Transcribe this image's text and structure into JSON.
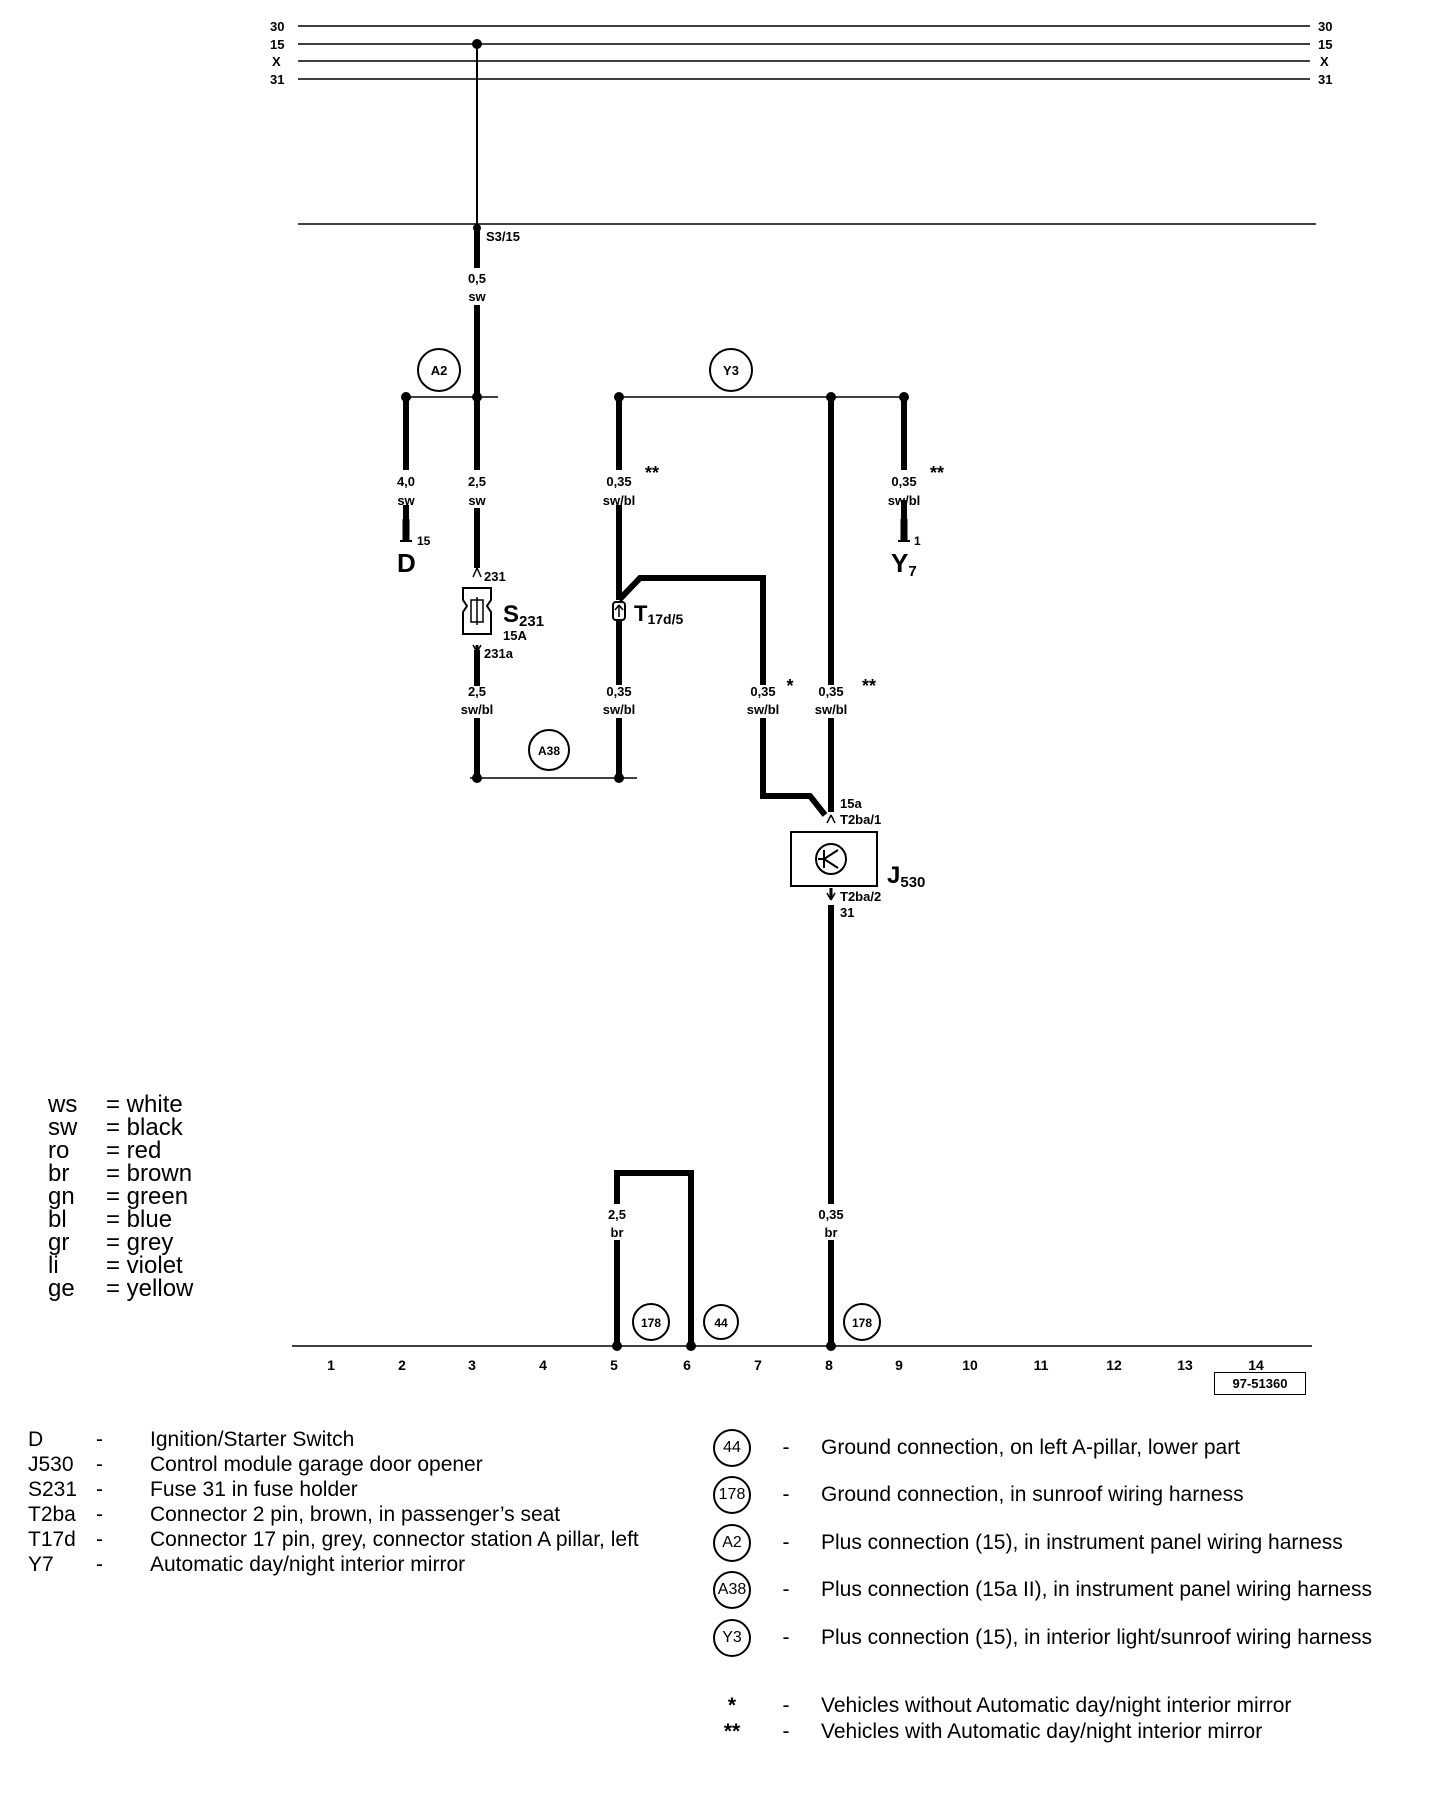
{
  "rails": {
    "r30": "30",
    "r15": "15",
    "rx": "X",
    "r31": "31"
  },
  "wires": {
    "s3": "S3/15",
    "w1": {
      "size": "0,5",
      "color": "sw"
    },
    "w2": {
      "size": "4,0",
      "color": "sw"
    },
    "w3": {
      "size": "2,5",
      "color": "sw"
    },
    "w4": {
      "size": "0,35",
      "color": "sw/bl",
      "note": "**"
    },
    "w5": {
      "size": "0,35",
      "color": "sw/bl",
      "note": "**"
    },
    "w6": {
      "size": "2,5",
      "color": "sw/bl"
    },
    "w7": {
      "size": "0,35",
      "color": "sw/bl"
    },
    "w8": {
      "size": "0,35",
      "color": "sw/bl",
      "note": "*"
    },
    "w9": {
      "size": "0,35",
      "color": "sw/bl",
      "note": "**"
    },
    "w10": {
      "size": "2,5",
      "color": "br"
    },
    "w11": {
      "size": "0,35",
      "color": "br"
    }
  },
  "circles": {
    "a2": "A2",
    "y3": "Y3",
    "a38": "A38",
    "g178a": "178",
    "g44": "44",
    "g178b": "178"
  },
  "components": {
    "d": {
      "label": "D",
      "pin": "15"
    },
    "y7": {
      "label": "Y",
      "sub": "7",
      "pin": "1"
    },
    "s231": {
      "label": "S",
      "sub": "231",
      "rating": "15A",
      "pin_in": "231",
      "pin_out": "231a"
    },
    "t17d": {
      "label": "T",
      "sub": "17d/5"
    },
    "j530": {
      "label": "J",
      "sub": "530",
      "pin_in1": "15a",
      "pin_in2": "T2ba/1",
      "pin_out1": "T2ba/2",
      "pin_out2": "31"
    }
  },
  "ground_numbers": [
    "1",
    "2",
    "3",
    "4",
    "5",
    "6",
    "7",
    "8",
    "9",
    "10",
    "11",
    "12",
    "13",
    "14"
  ],
  "doc_code": "97-51360",
  "color_legend": [
    {
      "code": "ws",
      "text": "= white"
    },
    {
      "code": "sw",
      "text": "= black"
    },
    {
      "code": "ro",
      "text": "= red"
    },
    {
      "code": "br",
      "text": "= brown"
    },
    {
      "code": "gn",
      "text": "= green"
    },
    {
      "code": "bl",
      "text": "= blue"
    },
    {
      "code": "gr",
      "text": "= grey"
    },
    {
      "code": "li",
      "text": "= violet"
    },
    {
      "code": "ge",
      "text": "= yellow"
    }
  ],
  "component_list": [
    {
      "code": "D",
      "dash": "-",
      "text": "Ignition/Starter Switch"
    },
    {
      "code": "J530",
      "dash": "-",
      "text": "Control module garage door opener"
    },
    {
      "code": "S231",
      "dash": "-",
      "text": "Fuse 31 in fuse holder"
    },
    {
      "code": "T2ba",
      "dash": "-",
      "text": "Connector 2 pin, brown, in passenger’s seat"
    },
    {
      "code": "T17d",
      "dash": "-",
      "text": "Connector 17 pin, grey, connector station A pillar, left"
    },
    {
      "code": "Y7",
      "dash": "-",
      "text": "Automatic day/night interior mirror"
    }
  ],
  "connection_list": [
    {
      "badge": "44",
      "dash": "-",
      "text": "Ground connection, on left A-pillar, lower part"
    },
    {
      "badge": "178",
      "dash": "-",
      "text": "Ground connection, in sunroof wiring harness"
    },
    {
      "badge": "A2",
      "dash": "-",
      "text": "Plus connection (15), in instrument panel wiring harness"
    },
    {
      "badge": "A38",
      "dash": "-",
      "text": "Plus connection (15a II), in instrument panel wiring harness"
    },
    {
      "badge": "Y3",
      "dash": "-",
      "text": "Plus connection (15), in interior light/sunroof wiring harness"
    }
  ],
  "notes": [
    {
      "sym": "*",
      "dash": "-",
      "text": "Vehicles without Automatic day/night interior mirror"
    },
    {
      "sym": "**",
      "dash": "-",
      "text": "Vehicles with Automatic day/night interior mirror"
    }
  ]
}
